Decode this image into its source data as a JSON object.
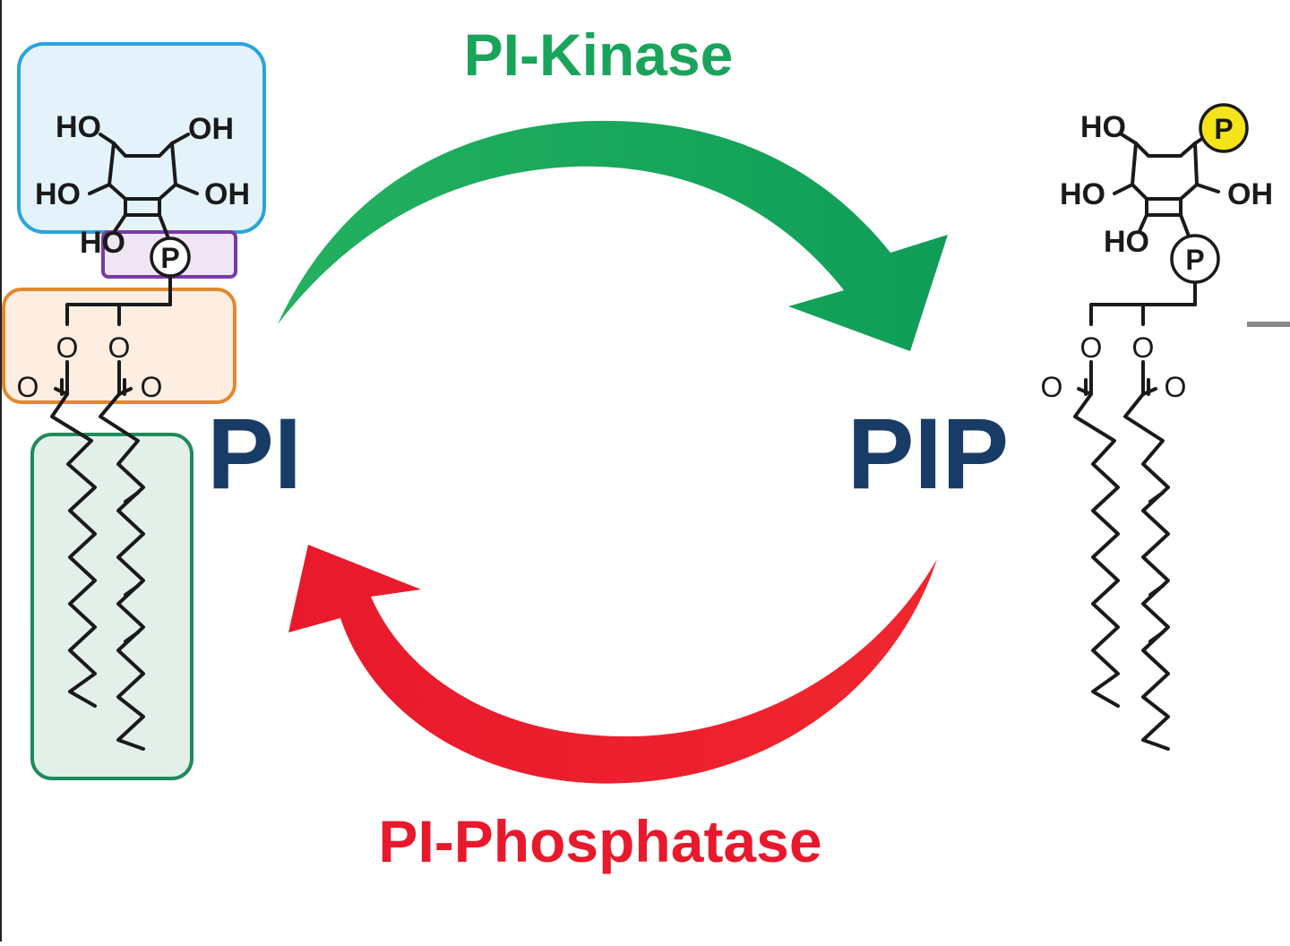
{
  "labels": {
    "kinase": "PI-Kinase",
    "phosphatase": "PI-Phosphatase",
    "pi": "PI",
    "pip": "PIP"
  },
  "colors": {
    "kinase": "#1aa45b",
    "phosphatase": "#e8192c",
    "molecule_label": "#183c66",
    "inositol_box": "#2aa4dc",
    "phosphate_box": "#7a3aa6",
    "glycerol_box": "#e0892e",
    "chain_box": "#1f8a5a",
    "added_phosphate": "#f5e31a"
  },
  "pi_molecule": {
    "ho_top_left": "HO",
    "oh_top_right": "OH",
    "ho_mid_left": "HO",
    "oh_mid_right": "OH",
    "ho_low": "HO",
    "phosphate": "P",
    "ester_o_left": "O",
    "ester_o_right": "O",
    "carbonyl_left": "O",
    "carbonyl_right": "O"
  },
  "pip_molecule": {
    "ho_top": "HO",
    "phosphate_new": "P",
    "ho_mid_left": "HO",
    "oh_mid_right": "OH",
    "ho_low": "HO",
    "phosphate": "P",
    "ester_o_left": "O",
    "ester_o_right": "O",
    "carbonyl_left": "O",
    "carbonyl_right": "O"
  }
}
